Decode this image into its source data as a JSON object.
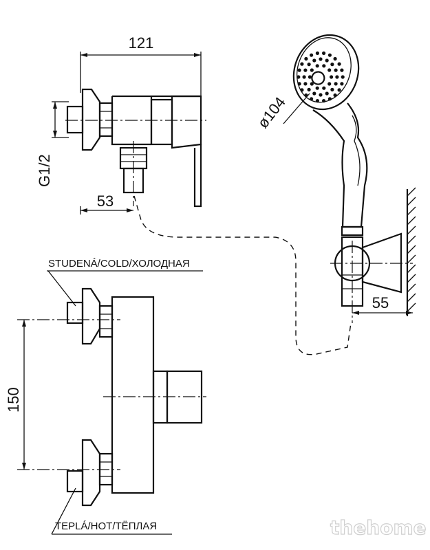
{
  "dimensions": {
    "width_121": "121",
    "inlet_53": "53",
    "thread_g12": "G1/2",
    "spacing_150": "150",
    "head_d104": "ø104",
    "bracket_55": "55"
  },
  "labels": {
    "cold": "STUDENÁ/COLD/ХОЛОДНАЯ",
    "hot": "TEPLÁ/HOT/ТЁПЛАЯ"
  },
  "watermark": "thehome"
}
